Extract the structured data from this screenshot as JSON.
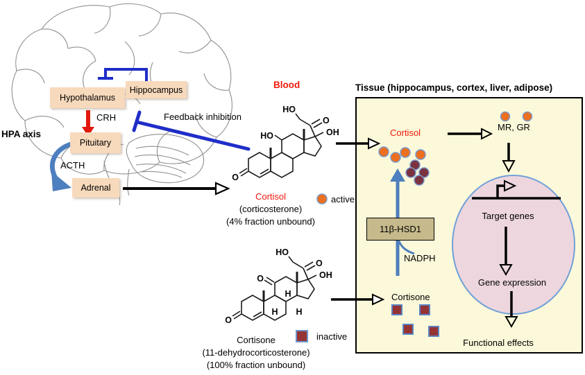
{
  "colors": {
    "accent_red": "#f2180d",
    "inhibition_blue": "#1f2dc8",
    "steel_blue": "#4e7fbe",
    "tissue_bg": "#fcf9da",
    "nucleus_pink": "#edd6de",
    "nucleus_border": "#6fa0d8",
    "active_orange": "#ed7020",
    "inactive_maroon": "#943434",
    "region_peach": "#f7d9bc",
    "enzyme_tan": "#c6ba8c"
  },
  "hpa": {
    "axis_label": "HPA axis",
    "regions": [
      {
        "id": "hypothalamus",
        "label": "Hypothalamus"
      },
      {
        "id": "hippocampus",
        "label": "Hippocampus"
      },
      {
        "id": "pituitary",
        "label": "Pituitary"
      },
      {
        "id": "adrenal",
        "label": "Adrenal"
      }
    ],
    "crh": "CRH",
    "acth": "ACTH",
    "feedback": "Feedback inhibition"
  },
  "blood": {
    "label": "Blood",
    "cortisol": {
      "name": "Cortisol",
      "synonym": "(corticosterone)",
      "unbound": "(4% fraction unbound)"
    },
    "cortisone": {
      "name": "Cortisone",
      "synonym": "(11-dehydrocorticosterone)",
      "unbound": "(100% fraction unbound)"
    },
    "legend": {
      "active": "active",
      "inactive": "inactive"
    }
  },
  "tissue": {
    "title": "Tissue (hippocampus, cortex, liver, adipose)",
    "cortisol": "Cortisol",
    "cortisone": "Cortisone",
    "receptors": "MR, GR",
    "enzyme": "11β-HSD1",
    "cofactor": "NADPH",
    "target_genes": "Target genes",
    "gene_expression": "Gene expression",
    "functional_effects": "Functional effects"
  },
  "chem": {
    "cortisol": {
      "ho_top": "HO",
      "o_c20": "O",
      "oh_c17": "OH",
      "ho_c11": "HO",
      "o_c3": "O"
    },
    "cortisone": {
      "ho_top": "HO",
      "o_c20": "O",
      "oh_c17": "OH",
      "o_c11": "O",
      "o_c3": "O",
      "h1": "H",
      "h2": "H",
      "h3": "H"
    }
  }
}
